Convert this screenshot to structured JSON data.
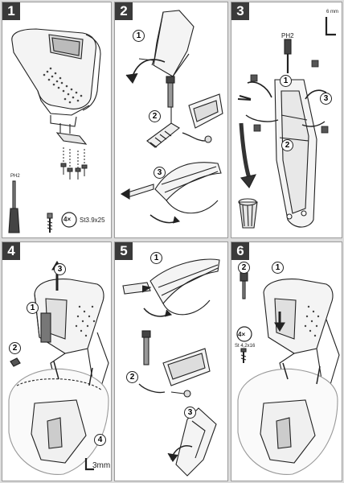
{
  "panels": [
    {
      "step": "1",
      "tool_size_small": "PH2",
      "screw_count": "4×",
      "screw_spec": "St3.9x25"
    },
    {
      "step": "2",
      "markers": [
        "1",
        "2",
        "3"
      ]
    },
    {
      "step": "3",
      "tool_size_hex": "6 mm",
      "tool_size_ph": "PH2",
      "markers": [
        "1",
        "2",
        "3"
      ]
    },
    {
      "step": "4",
      "markers": [
        "1",
        "2",
        "3",
        "4"
      ],
      "hex_size": "3mm"
    },
    {
      "step": "5",
      "markers": [
        "1",
        "2",
        "3"
      ]
    },
    {
      "step": "6",
      "markers": [
        "1",
        "2"
      ],
      "screw_count": "4×",
      "screw_spec": "St 4,2x16"
    }
  ],
  "colors": {
    "badge": "#3a3a3a",
    "panel_bg": "#ffffff",
    "border": "#9a9a9a"
  }
}
